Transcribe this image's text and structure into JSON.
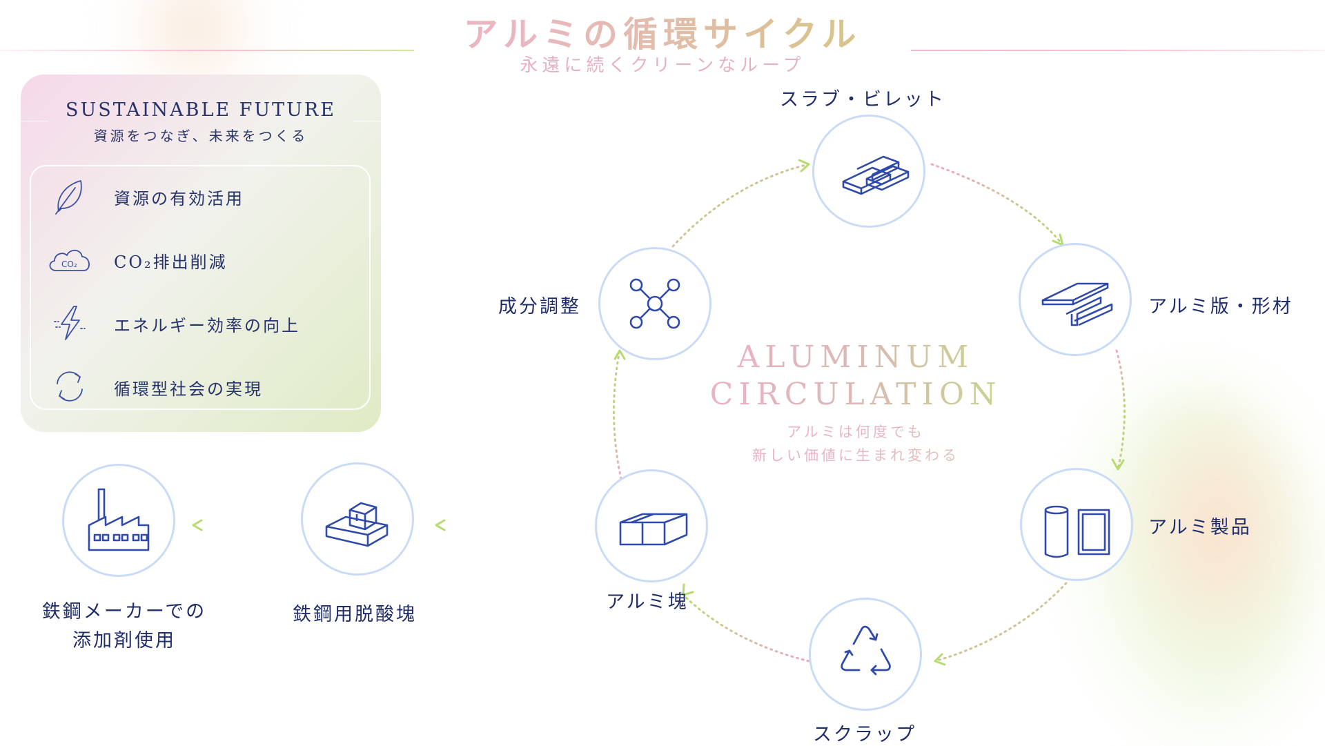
{
  "header": {
    "title": "アルミの循環サイクル",
    "subtitle": "永遠に続くクリーンなループ"
  },
  "panel": {
    "title": "SUSTAINABLE FUTURE",
    "subtitle": "資源をつなぎ、未来をつくる",
    "items": [
      {
        "label": "資源の有効活用",
        "icon": "leaf-icon"
      },
      {
        "label": "CO₂排出削減",
        "icon": "co2-cloud-icon"
      },
      {
        "label": "エネルギー効率の向上",
        "icon": "lightning-icon"
      },
      {
        "label": "循環型社会の実現",
        "icon": "recycle-arrows-icon"
      }
    ]
  },
  "center": {
    "line1": "ALUMINUM",
    "line2": "CIRCULATION",
    "caption1": "アルミは何度でも",
    "caption2": "新しい価値に生まれ変わる"
  },
  "nodes": {
    "slab": {
      "label": "スラブ・ビレット",
      "icon": "stacked-bars-icon"
    },
    "sheet": {
      "label": "アルミ版・形材",
      "icon": "sheet-profile-icon"
    },
    "product": {
      "label": "アルミ製品",
      "icon": "can-panel-icon"
    },
    "scrap": {
      "label": "スクラップ",
      "icon": "recycle-icon"
    },
    "ingot": {
      "label": "アルミ塊",
      "icon": "ingot-blocks-icon"
    },
    "adjust": {
      "label": "成分調整",
      "icon": "molecule-icon"
    },
    "deox": {
      "label": "鉄鋼用脱酸塊",
      "icon": "stacked-boxes-icon"
    },
    "steel": {
      "label_line1": "鉄鋼メーカーでの",
      "label_line2": "添加剤使用",
      "icon": "factory-icon"
    }
  },
  "colors": {
    "navy": "#1f2d6b",
    "pink": "#f3a6c8",
    "lime": "#c1dc7b",
    "circle_border": "#c9dbf6",
    "arrow_green": "#b5dc6d"
  }
}
